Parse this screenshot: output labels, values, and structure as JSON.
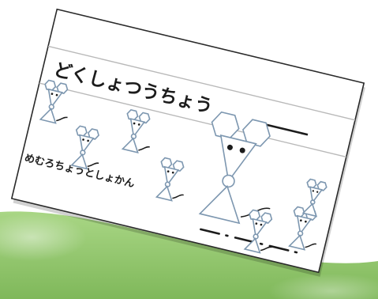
{
  "notebook": {
    "title": "どくしょつうちょう",
    "library_name": "めむろちょうとしょかん"
  },
  "colors": {
    "background_green": "#8fc46a",
    "card_white": "#ffffff",
    "card_border": "#2a2a2a",
    "rule_gray": "#b9b9b9",
    "mouse_outline": "#7d97b0",
    "ink": "#1c1c1c"
  },
  "illustration": {
    "subject": "mice",
    "count": 8
  }
}
